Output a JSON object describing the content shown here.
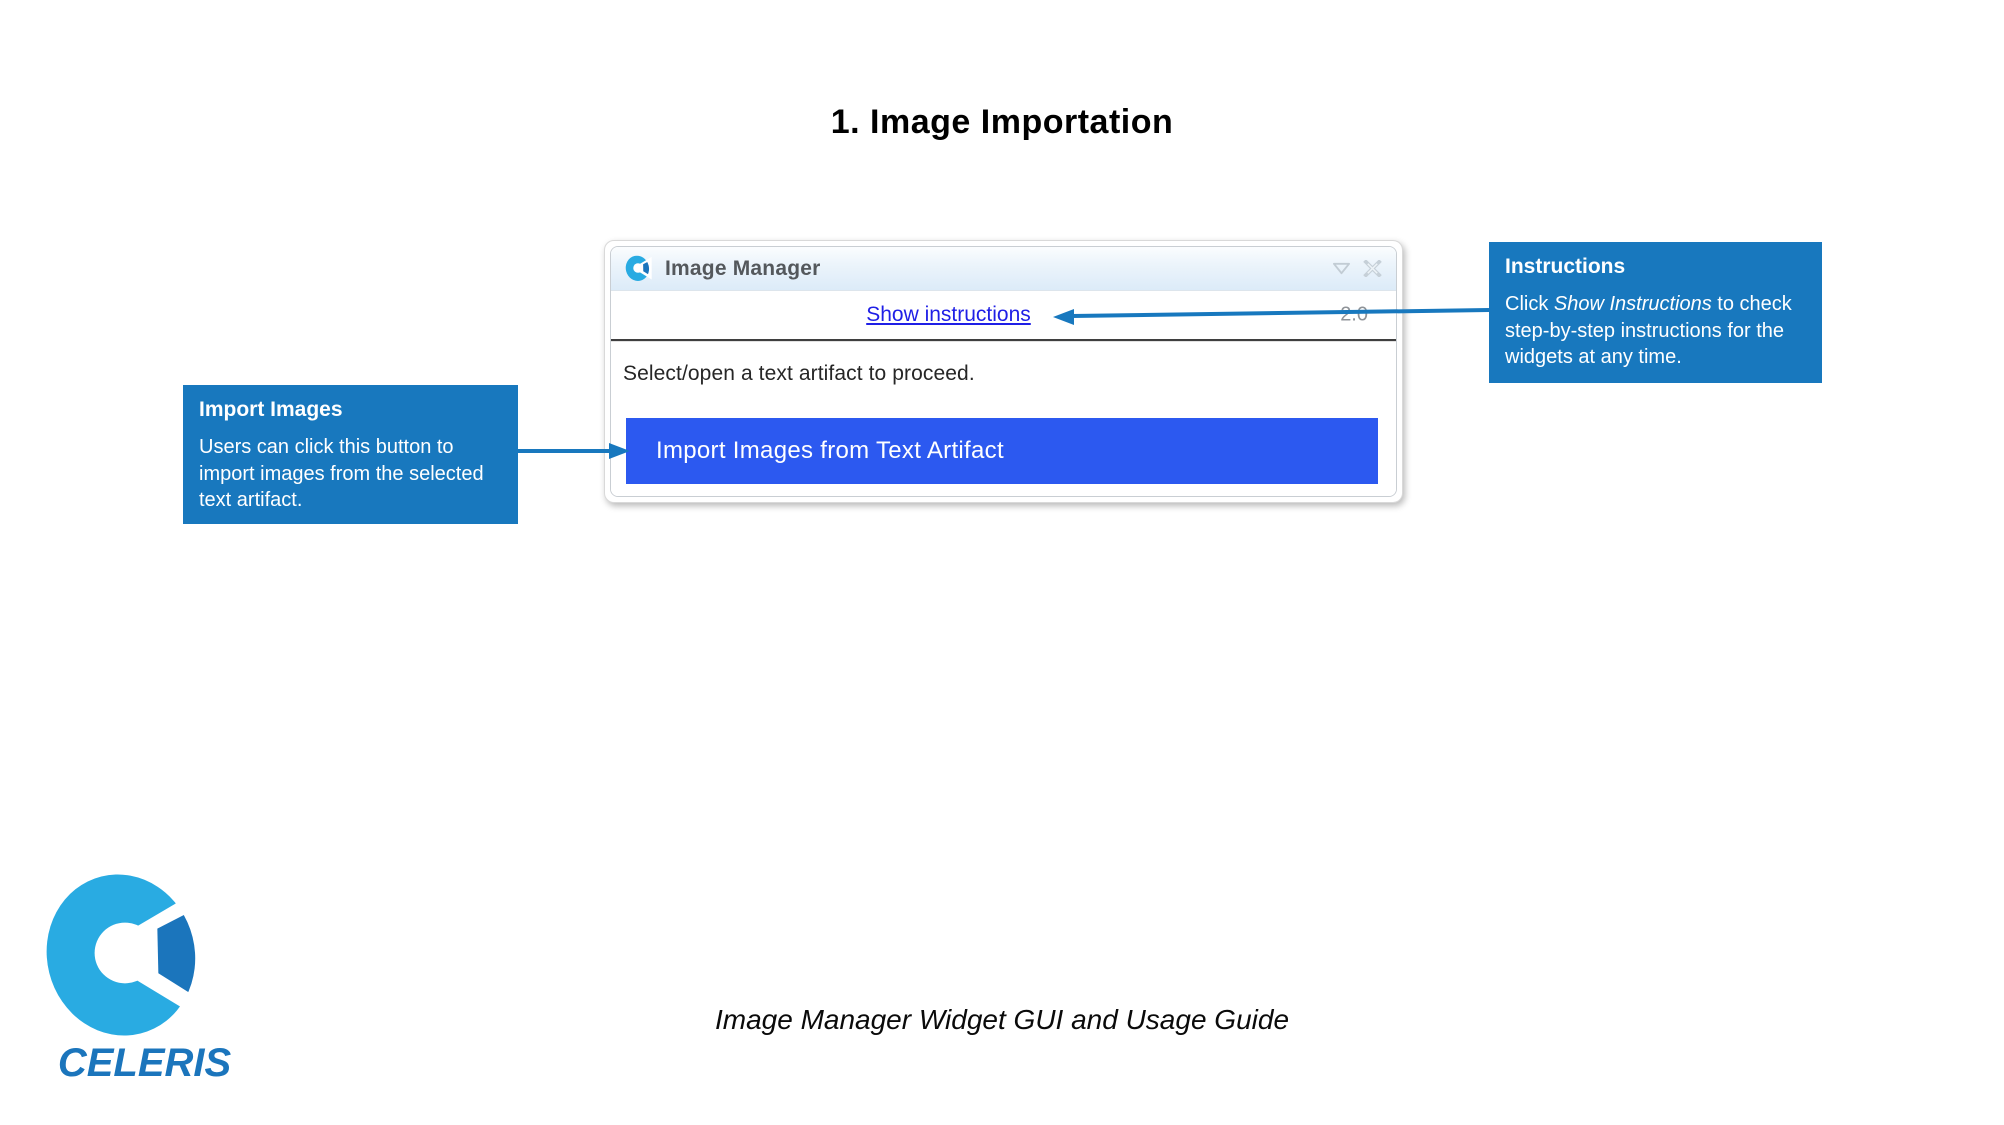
{
  "page": {
    "title": "1. Image Importation",
    "footer_caption": "Image Manager Widget GUI and Usage Guide",
    "logo_wordmark": "CELERIS"
  },
  "widget": {
    "title": "Image Manager",
    "version": "2.0",
    "show_instructions_label": "Show instructions",
    "status_message": "Select/open a text artifact to proceed.",
    "import_button_label": "Import Images from Text Artifact",
    "header_icons": [
      "chevron-down",
      "expand"
    ]
  },
  "callouts": {
    "import_images": {
      "title": "Import Images",
      "body": "Users can click this button to import images from the selected text artifact."
    },
    "instructions": {
      "title": "Instructions",
      "body_prefix": "Click ",
      "body_italic": "Show Instructions",
      "body_suffix": " to check step-by-step instructions for the widgets at any time."
    }
  },
  "colors": {
    "callout_blue": "#1878BE",
    "arrow_blue": "#1878BE",
    "button_blue": "#2C59F0",
    "link_blue": "#1F1FE6",
    "logo_light_blue": "#29ABE2",
    "logo_dark_blue": "#1B75BC",
    "divider_dark": "#3F3F3F"
  }
}
